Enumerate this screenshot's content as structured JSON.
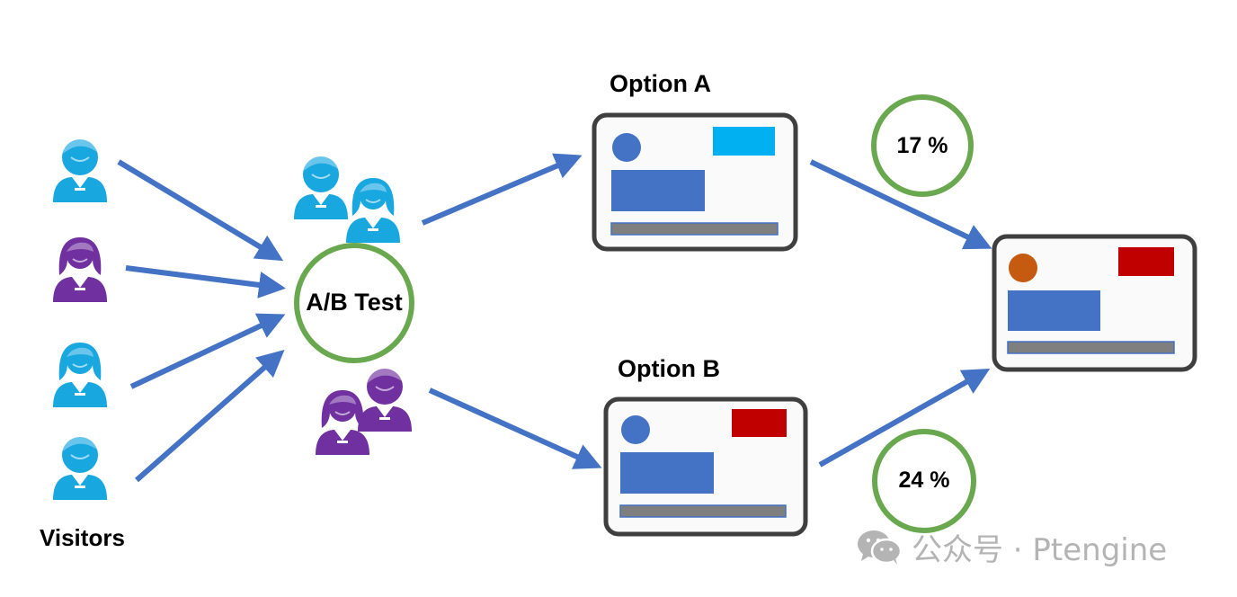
{
  "labels": {
    "visitors": "Visitors",
    "ab_test": "A/B Test",
    "option_a": "Option A",
    "option_b": "Option B"
  },
  "rates": {
    "option_a": "17 %",
    "option_b": "24 %"
  },
  "watermark": {
    "text": "公众号 · Ptengine",
    "icon": "wechat-icon"
  },
  "colors": {
    "arrow": "#4472c4",
    "circle": "#6aa84f",
    "cyan_person": "#19a7e0",
    "purple_person": "#7030a0",
    "frame": "#3f3f3f",
    "block_blue": "#4472c4",
    "block_cyan": "#00b0f0",
    "block_red": "#c00000",
    "dot_orange": "#c55a11",
    "footer_gray": "#7f7f7f"
  }
}
